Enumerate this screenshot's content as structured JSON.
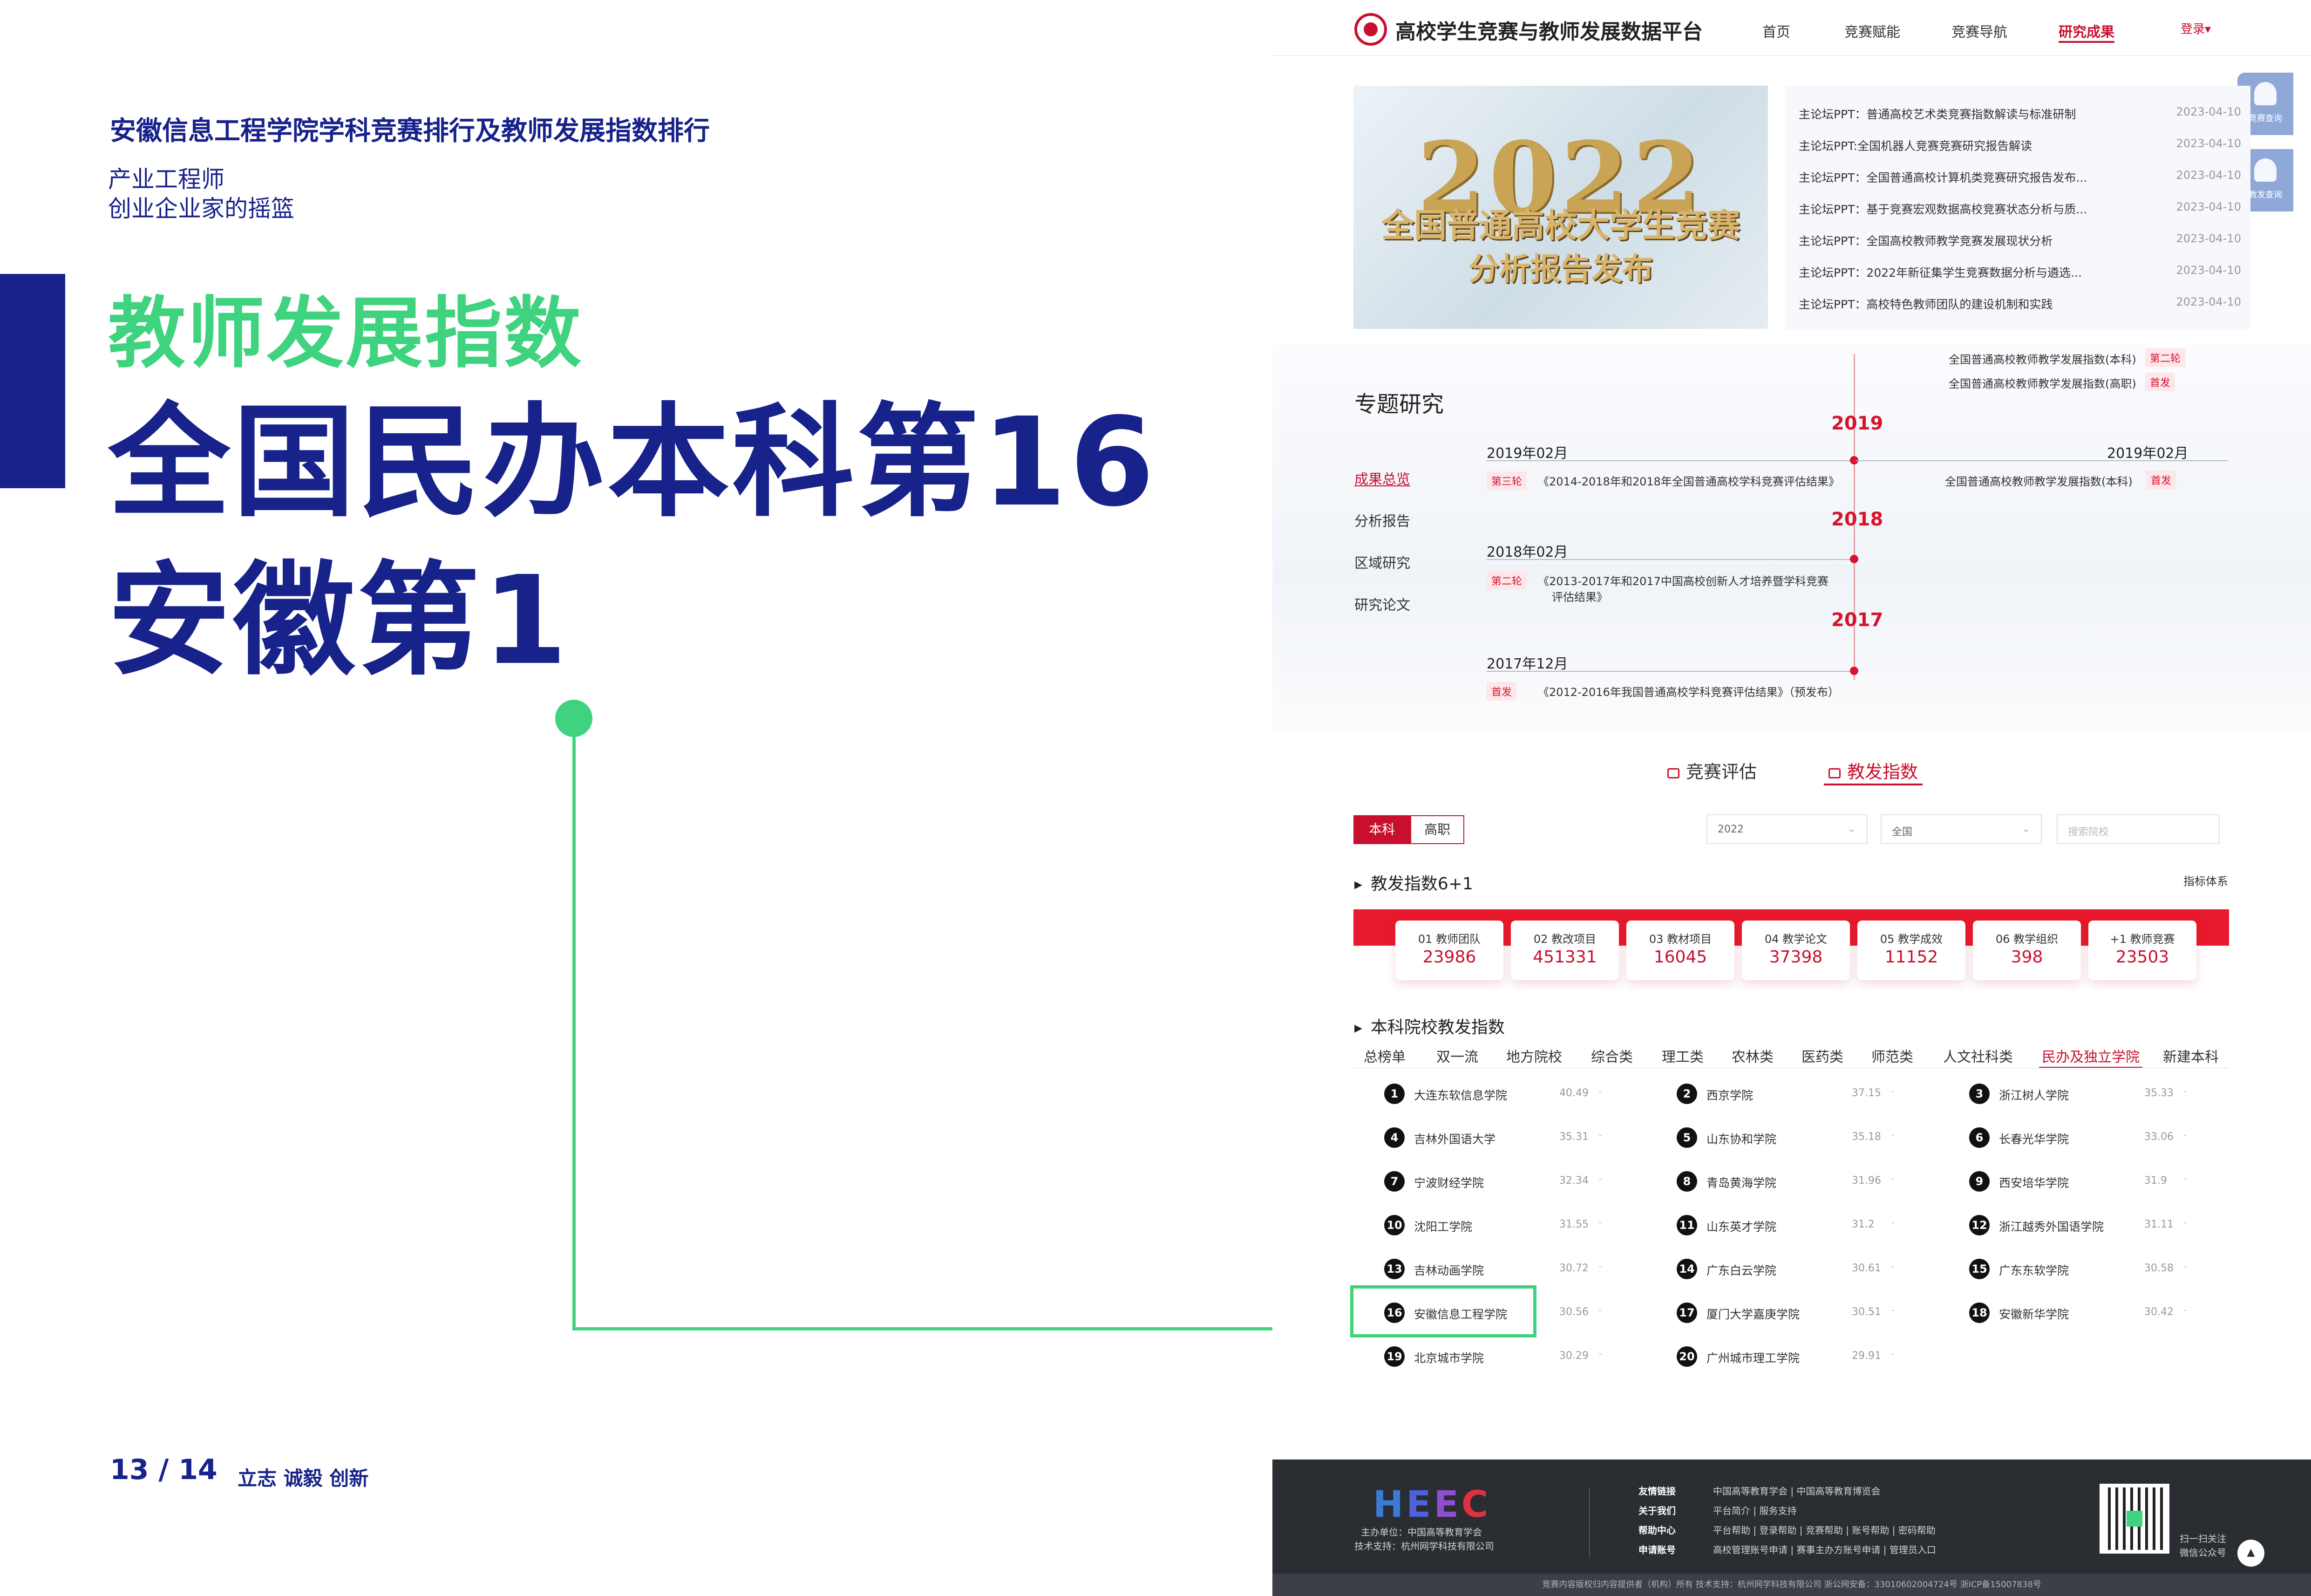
{
  "poster": {
    "subtitle": "安徽信息工程学院学科竞赛排行及教师发展指数排行",
    "tagline_1": "产业工程师",
    "tagline_2": "创业企业家的摇篮",
    "green_title": "教师发展指数",
    "headline_1": "全国民办本科第16",
    "headline_2": "安徽第1",
    "page_number": "13 / 14",
    "motto": "立志  诚毅  创新",
    "accent_color": "#17228a",
    "highlight_color": "#3fd37f"
  },
  "header": {
    "brand": "高校学生竞赛与教师发展数据平台",
    "logo_icon": "university-seal-icon",
    "nav": [
      "首页",
      "竞赛赋能",
      "竞赛导航",
      "研究成果"
    ],
    "active_nav": "研究成果",
    "login": "登录▾"
  },
  "float_buttons": [
    "竞赛查询",
    "教发查询"
  ],
  "banner": {
    "year": "2022",
    "line_1": "全国普通高校大学生竞赛",
    "line_2": "分析报告发布"
  },
  "news": [
    {
      "title": "主论坛PPT：普通高校艺术类竞赛指数解读与标准研制",
      "date": "2023-04-10"
    },
    {
      "title": "主论坛PPT:全国机器人竞赛竞赛研究报告解读",
      "date": "2023-04-10"
    },
    {
      "title": "主论坛PPT：全国普通高校计算机类竞赛研究报告发布...",
      "date": "2023-04-10"
    },
    {
      "title": "主论坛PPT：基于竞赛宏观数据高校竞赛状态分析与质...",
      "date": "2023-04-10"
    },
    {
      "title": "主论坛PPT：全国高校教师教学竞赛发展现状分析",
      "date": "2023-04-10"
    },
    {
      "title": "主论坛PPT：2022年新征集学生竞赛数据分析与遴选...",
      "date": "2023-04-10"
    },
    {
      "title": "主论坛PPT：高校特色教师团队的建设机制和实践",
      "date": "2023-04-10"
    }
  ],
  "research": {
    "title": "专题研究",
    "sidebar": [
      "成果总览",
      "分析报告",
      "区域研究",
      "研究论文"
    ],
    "active": "成果总览",
    "top_right": [
      {
        "text": "全国普通高校教师教学发展指数(本科)",
        "tag": "第二轮"
      },
      {
        "text": "全国普通高校教师教学发展指数(高职)",
        "tag": "首发"
      }
    ],
    "years": [
      "2019",
      "2018",
      "2017"
    ],
    "entries": [
      {
        "date": "2019年02月",
        "tag": "第三轮",
        "text": "《2014-2018年和2018年全国普通高校学科竞赛评估结果》"
      },
      {
        "date": "2019年02月",
        "tag": "首发",
        "text": "全国普通高校教师教学发展指数(本科)"
      },
      {
        "date": "2018年02月",
        "tag": "第二轮",
        "text": "《2013-2017年和2017中国高校创新人才培养暨学科竞赛",
        "text_2": "评估结果》"
      },
      {
        "date": "2017年12月",
        "tag": "首发",
        "text": "《2012-2016年我国普通高校学科竞赛评估结果》（预发布）"
      }
    ]
  },
  "main_tabs": [
    {
      "label": "竞赛评估",
      "icon": "video-icon"
    },
    {
      "label": "教发指数",
      "icon": "chart-icon"
    }
  ],
  "main_tab_active": "教发指数",
  "filters": {
    "segments": [
      "本科",
      "高职"
    ],
    "segment_active": "本科",
    "year": "2022",
    "region": "全国",
    "search_placeholder": "搜索院校"
  },
  "index_section": {
    "title": "教发指数6+1",
    "link": "指标体系",
    "cards": [
      {
        "label": "01 教师团队",
        "value": "23986"
      },
      {
        "label": "02 教改项目",
        "value": "451331"
      },
      {
        "label": "03 教材项目",
        "value": "16045"
      },
      {
        "label": "04 教学论文",
        "value": "37398"
      },
      {
        "label": "05 教学成效",
        "value": "11152"
      },
      {
        "label": "06 教学组织",
        "value": "398"
      },
      {
        "label": "+1 教师竞赛",
        "value": "23503"
      }
    ]
  },
  "ranking": {
    "title": "本科院校教发指数",
    "categories": [
      "总榜单",
      "双一流",
      "地方院校",
      "综合类",
      "理工类",
      "农林类",
      "医药类",
      "师范类",
      "人文社科类",
      "民办及独立学院",
      "新建本科"
    ],
    "active_category": "民办及独立学院",
    "dash": "-",
    "items": [
      {
        "rank": "1",
        "name": "大连东软信息学院",
        "score": "40.49"
      },
      {
        "rank": "2",
        "name": "西京学院",
        "score": "37.15"
      },
      {
        "rank": "3",
        "name": "浙江树人学院",
        "score": "35.33"
      },
      {
        "rank": "4",
        "name": "吉林外国语大学",
        "score": "35.31"
      },
      {
        "rank": "5",
        "name": "山东协和学院",
        "score": "35.18"
      },
      {
        "rank": "6",
        "name": "长春光华学院",
        "score": "33.06"
      },
      {
        "rank": "7",
        "name": "宁波财经学院",
        "score": "32.34"
      },
      {
        "rank": "8",
        "name": "青岛黄海学院",
        "score": "31.96"
      },
      {
        "rank": "9",
        "name": "西安培华学院",
        "score": "31.9"
      },
      {
        "rank": "10",
        "name": "沈阳工学院",
        "score": "31.55"
      },
      {
        "rank": "11",
        "name": "山东英才学院",
        "score": "31.2"
      },
      {
        "rank": "12",
        "name": "浙江越秀外国语学院",
        "score": "31.11"
      },
      {
        "rank": "13",
        "name": "吉林动画学院",
        "score": "30.72"
      },
      {
        "rank": "14",
        "name": "广东白云学院",
        "score": "30.61"
      },
      {
        "rank": "15",
        "name": "广东东软学院",
        "score": "30.58"
      },
      {
        "rank": "16",
        "name": "安徽信息工程学院",
        "score": "30.56"
      },
      {
        "rank": "17",
        "name": "厦门大学嘉庚学院",
        "score": "30.51"
      },
      {
        "rank": "18",
        "name": "安徽新华学院",
        "score": "30.42"
      },
      {
        "rank": "19",
        "name": "北京城市学院",
        "score": "30.29"
      },
      {
        "rank": "20",
        "name": "广州城市理工学院",
        "score": "29.91"
      }
    ]
  },
  "footer": {
    "logo": "HEEC",
    "host": "主办单位：中国高等教育学会",
    "tech": "技术支持：杭州网学科技有限公司",
    "rows": [
      {
        "label": "友情链接",
        "text": "中国高等教育学会   |   中国高等教育博览会"
      },
      {
        "label": "关于我们",
        "text": "平台简介   |   服务支持"
      },
      {
        "label": "帮助中心",
        "text": "平台帮助   |   登录帮助   |   竞赛帮助   |   账号帮助   |   密码帮助"
      },
      {
        "label": "申请账号",
        "text": "高校管理账号申请   |   赛事主办方账号申请   |   管理员入口"
      }
    ],
    "qr_label_1": "扫一扫关注",
    "qr_label_2": "微信公众号",
    "copyright": "竞赛内容版权归内容提供者（机构）所有 技术支持：杭州网学科技有限公司 浙公网安备：33010602004724号  浙ICP备15007838号"
  }
}
